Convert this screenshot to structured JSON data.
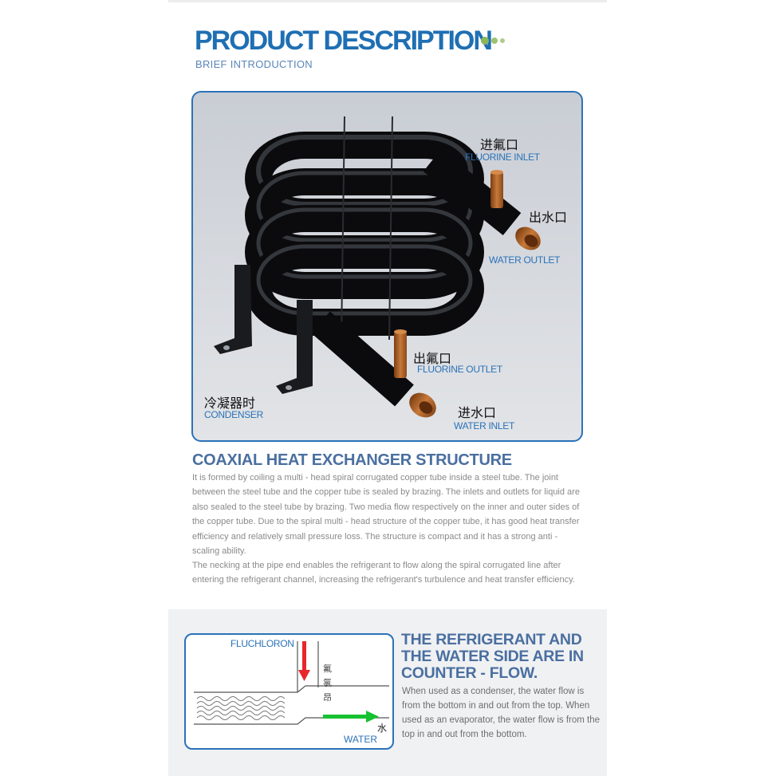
{
  "header": {
    "title": "PRODUCT DESCRIPTION",
    "subtitle": "BRIEF INTRODUCTION"
  },
  "product_image": {
    "labels": {
      "fluorine_inlet_cn": "进氟口",
      "fluorine_inlet_en": "FLUORINE INLET",
      "water_outlet_cn": "出水口",
      "water_outlet_en": "WATER OUTLET",
      "fluorine_outlet_cn": "出氟口",
      "fluorine_outlet_en": "FLUORINE OUTLET",
      "water_inlet_cn": "进水口",
      "water_inlet_en": "WATER INLET",
      "condenser_cn": "冷凝器时",
      "condenser_en": "CONDENSER"
    }
  },
  "structure": {
    "title": "COAXIAL HEAT EXCHANGER STRUCTURE",
    "paragraph1": "It is formed by coiling a multi - head spiral corrugated copper tube inside a steel tube. The joint between the steel tube and the copper tube is sealed by brazing. The inlets and outlets for liquid are also sealed to the steel tube by brazing. Two media flow respectively on the inner and outer sides of the copper tube. Due to the spiral multi - head structure of the copper tube, it has good heat transfer efficiency and relatively small pressure loss. The structure is compact and it has a strong anti - scaling ability.",
    "paragraph2": "The necking at the pipe end enables the refrigerant to flow along the spiral corrugated line after entering the refrigerant channel, increasing the refrigerant's turbulence and heat transfer efficiency."
  },
  "counter_flow": {
    "diagram": {
      "refrigerant_label": "FLUCHLORON",
      "refrigerant_cn": [
        "氟",
        "氯",
        "昂"
      ],
      "water_cn": "水",
      "water_label": "WATER"
    },
    "title": "THE REFRIGERANT AND THE WATER SIDE ARE IN COUNTER - FLOW.",
    "text": "When used as a condenser, the water flow is from the bottom in and out from the top. When used as an evaporator, the water flow is from the top in and out from the bottom."
  },
  "colors": {
    "accent_blue": "#2b72b8",
    "heading_blue": "#1f6fb3",
    "section_blue": "#4a6fa0",
    "dot_green": "#8ab85a",
    "arrow_red": "#e8262a",
    "arrow_green": "#17c130",
    "copper": "#b86b2e"
  }
}
